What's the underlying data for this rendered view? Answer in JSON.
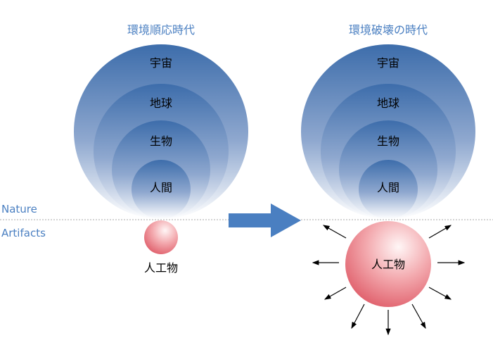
{
  "left": {
    "title": "環境順応時代",
    "rings": [
      "宇宙",
      "地球",
      "生物",
      "人間"
    ],
    "artifact": "人工物"
  },
  "right": {
    "title": "環境破壊の時代",
    "rings": [
      "宇宙",
      "地球",
      "生物",
      "人間"
    ],
    "artifact": "人工物"
  },
  "labels": {
    "nature": "Nature",
    "artifacts": "Artifacts"
  },
  "colors": {
    "title": "#4a7fc1",
    "ring_top": "#3d6dab",
    "arrow": "#4a7fc1",
    "sphere": "#e8707a"
  }
}
